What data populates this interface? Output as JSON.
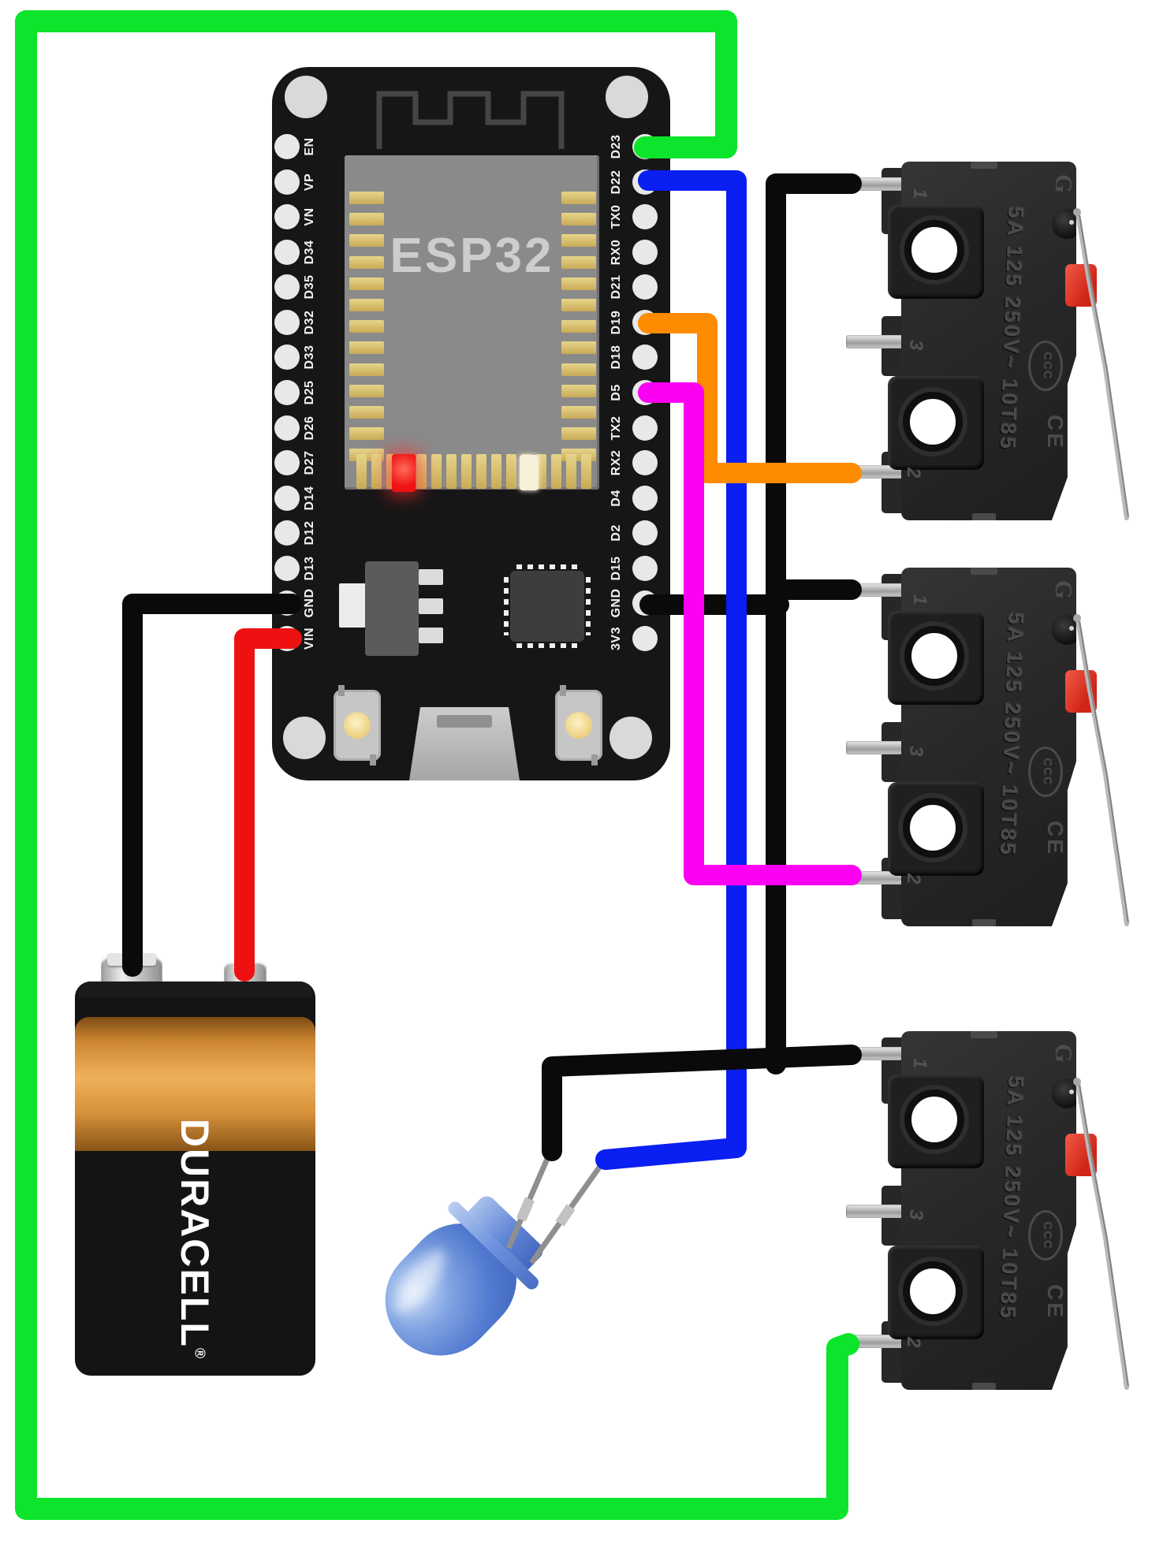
{
  "board": {
    "module_label": "ESP32",
    "left_pins": [
      "EN",
      "VP",
      "VN",
      "D34",
      "D35",
      "D32",
      "D33",
      "D25",
      "D26",
      "D27",
      "D14",
      "D12",
      "D13",
      "GND",
      "VIN"
    ],
    "right_pins": [
      "D23",
      "D22",
      "TX0",
      "RX0",
      "D21",
      "D19",
      "D18",
      "D5",
      "TX2",
      "RX2",
      "D4",
      "D2",
      "D15",
      "GND",
      "3V3"
    ]
  },
  "battery": {
    "brand": "DURACELL",
    "trademark": "®",
    "type": "9V"
  },
  "led": {
    "body_color_name": "blue"
  },
  "switch_markings": {
    "rating": "5A 125 250V~ 10T85",
    "logo": "G",
    "cert_1": "CCC",
    "cert_2": "CE",
    "terminal_top": "1",
    "terminal_middle": "3",
    "terminal_bottom": "2"
  },
  "switches": [
    {
      "id": "limit-switch-1"
    },
    {
      "id": "limit-switch-2"
    },
    {
      "id": "limit-switch-3"
    }
  ],
  "wires": [
    {
      "id": "black-gnd-to-bus",
      "color": "#0a0a0a",
      "from": "ESP32 GND (right header)",
      "to": "switch common bus"
    },
    {
      "id": "blue-d22-to-led",
      "color": "#0a1ff2",
      "from": "ESP32 D22",
      "to": "LED anode leg"
    },
    {
      "id": "black-bus-vertical",
      "color": "#0a0a0a",
      "from": "switch-1 terminal 1",
      "to": "bus junction"
    },
    {
      "id": "black-bus-to-switch-2",
      "color": "#0a0a0a",
      "from": "bus junction",
      "to": "switch-2 terminal 1"
    },
    {
      "id": "black-led-to-switch-3",
      "color": "#0a0a0a",
      "from": "LED cathode leg",
      "to": "switch-3 terminal 1"
    },
    {
      "id": "black-gnd-to-battery",
      "color": "#0a0a0a",
      "from": "ESP32 GND (left header)",
      "to": "battery negative terminal"
    },
    {
      "id": "red-vin-to-battery",
      "color": "#ee1111",
      "from": "ESP32 VIN",
      "to": "battery positive terminal"
    },
    {
      "id": "orange-d19-to-switch-1",
      "color": "#ff8b00",
      "from": "ESP32 D19",
      "to": "switch-1 terminal 2"
    },
    {
      "id": "magenta-d5-to-switch-2",
      "color": "#fb00f3",
      "from": "ESP32 D5",
      "to": "switch-2 terminal 2"
    },
    {
      "id": "green-d23-to-switch-3",
      "color": "#0ce52b",
      "from": "ESP32 D23",
      "to": "switch-3 terminal 2"
    }
  ],
  "palette": {
    "board": "#161616",
    "module": "#8a8a8a",
    "battery_copper": "#d98a2e",
    "led_blue": "#5f87d8",
    "switch_body": "#2a2a2a",
    "button_red": "#e23a25"
  }
}
